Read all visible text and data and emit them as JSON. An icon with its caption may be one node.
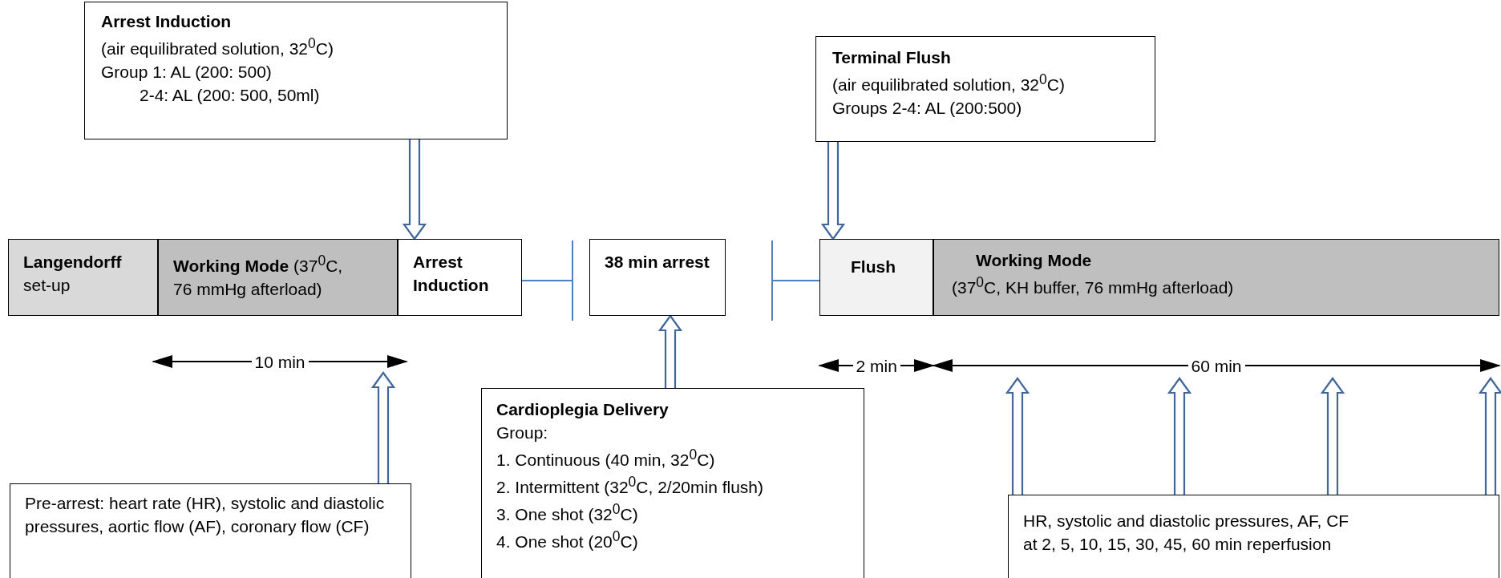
{
  "diagram": {
    "nodes": [
      {
        "text": [
          "Arrest Induction",
          "(air equilibrated solution, 32$^{0}$C)",
          "Group 1: AL (200: 500)",
          "2-4: AL (200: 500, 50ml)"
        ]
      },
      {
        "text": [
          "Terminal Flush",
          "(air equilibrated solution, 32$^{0}$C)",
          "Groups 2-4: AL (200:500)"
        ]
      },
      {
        "text": [
          "**Langendorff** set-up"
        ]
      },
      {
        "text": [
          "**Working Mode** (37$^{0}$C, 76 mmHg afterload)"
        ]
      },
      {
        "text": [
          "Arrest Induction"
        ]
      },
      {
        "text": [
          "38 min arrest"
        ]
      },
      {
        "text": [
          "Flush"
        ]
      },
      {
        "text": [
          "Working Mode",
          "(37$^{0}$C, KH buffer, 76 mmHg afterload)"
        ]
      },
      {
        "text": [
          "Pre-arrest: heart rate (HR), systolic and diastolic pressures, aortic flow (AF), coronary flow (CF)"
        ]
      },
      {
        "text": [
          "Cardioplegia Delivery",
          "Group:",
          "1. Continuous (40 min, 32$^{0}$C)",
          "2. Intermittent (32$^{0}$C, 2/20min flush)",
          "3. One shot (32$^{0}$C)",
          "4. One shot (20$^{0}$C)"
        ]
      },
      {
        "text": [
          "HR, systolic and diastolic pressures, AF, CF at 2, 5, 10, 15, 30, 45, 60 min reperfusion"
        ]
      }
    ],
    "edges": [
      {
        "from": 0,
        "to": 4,
        "arrow": "to"
      },
      {
        "from": 1,
        "to": 6,
        "arrow": "to"
      },
      {
        "from": 9,
        "to": 5,
        "arrow": "to"
      },
      {
        "from": 8,
        "to": null,
        "arrow": "to"
      },
      {
        "from": 10,
        "to": null,
        "arrow": "to"
      },
      {
        "from": 10,
        "to": null,
        "arrow": "to"
      },
      {
        "from": 10,
        "to": null,
        "arrow": "to"
      },
      {
        "from": 10,
        "to": null,
        "arrow": "to"
      },
      {
        "from": 4,
        "to": 5,
        "arrow": "other"
      },
      {
        "from": 5,
        "to": 6,
        "arrow": "other"
      }
    ],
    "labels": [
      "10 min",
      "2 min",
      "60 min"
    ]
  }
}
